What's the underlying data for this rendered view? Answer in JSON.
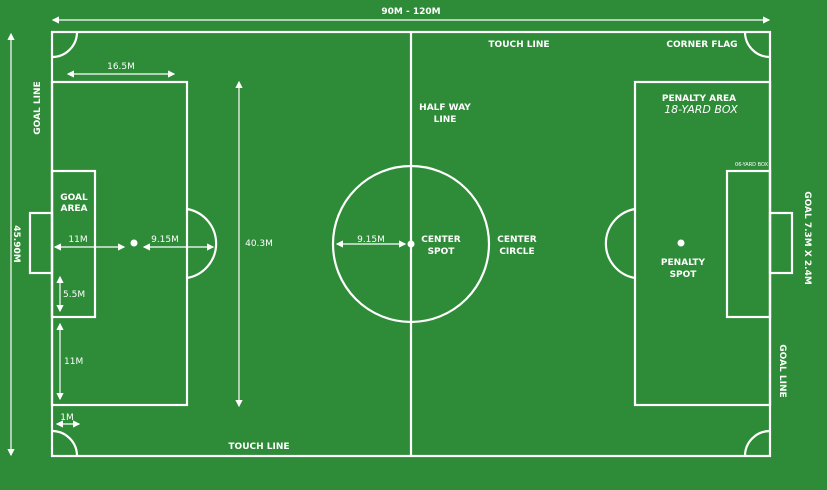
{
  "colors": {
    "pitch": "#2e8b38",
    "lines": "#ffffff"
  },
  "labels": {
    "length": "90M - 120M",
    "width": "45.90M",
    "touch_line_top": "TOUCH LINE",
    "touch_line_bottom": "TOUCH LINE",
    "corner_flag": "CORNER FLAG",
    "goal_line_left": "GOAL LINE",
    "goal_line_right": "GOAL LINE",
    "penalty_box_width": "16.5M",
    "goal_area_1": "GOAL",
    "goal_area_2": "AREA",
    "penalty_spot_distance": "11M",
    "arc_radius": "9.15M",
    "goal_area_depth": "5.5M",
    "side_11m": "11M",
    "corner_radius": "1M",
    "penalty_box_height": "40.3M",
    "half_way_1": "HALF WAY",
    "half_way_2": "LINE",
    "center_radius": "9.15M",
    "center_spot_1": "CENTER",
    "center_spot_2": "SPOT",
    "center_circle_1": "CENTER",
    "center_circle_2": "CIRCLE",
    "penalty_area": "PENALTY AREA",
    "yard_box_18": "18-YARD BOX",
    "yard_box_6": "06-YARD BOX",
    "penalty_spot_1": "PENALTY",
    "penalty_spot_2": "SPOT",
    "goal_size": "GOAL 7.3M X 2.4M"
  }
}
